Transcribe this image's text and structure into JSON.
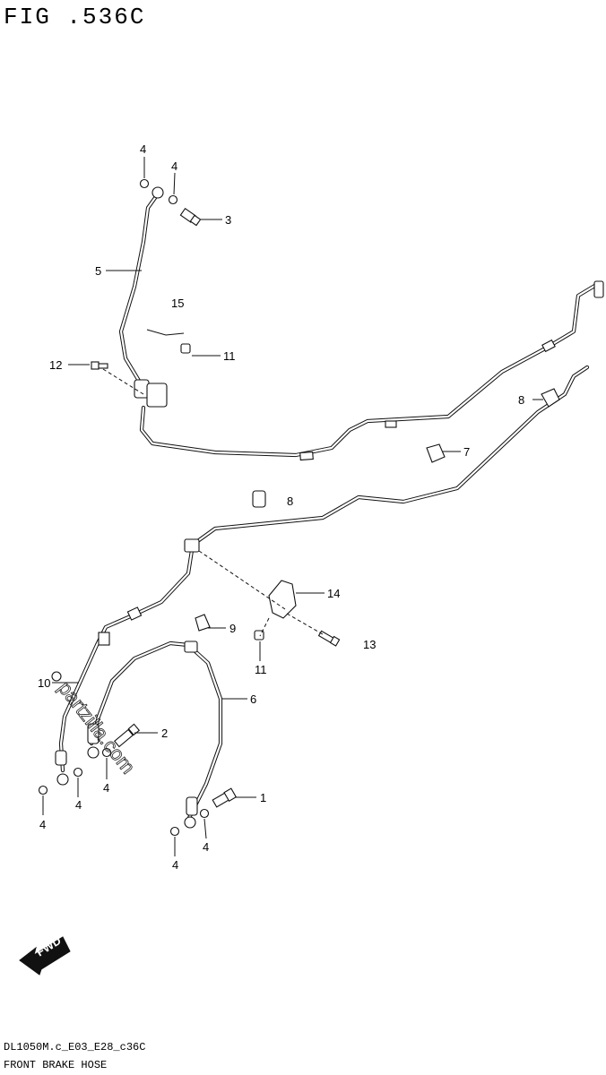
{
  "figure": {
    "title": "FIG .536C",
    "model_code": "DL1050M.c_E03_E28_c36C",
    "caption": "FRONT BRAKE HOSE"
  },
  "watermark": "partzilla.com",
  "fwd_label": "FWD",
  "callouts": [
    {
      "id": "c-4a",
      "text": "4"
    },
    {
      "id": "c-4b",
      "text": "4"
    },
    {
      "id": "c-3",
      "text": "3"
    },
    {
      "id": "c-5",
      "text": "5"
    },
    {
      "id": "c-15",
      "text": "15"
    },
    {
      "id": "c-12",
      "text": "12"
    },
    {
      "id": "c-11a",
      "text": "11"
    },
    {
      "id": "c-8a",
      "text": "8"
    },
    {
      "id": "c-7",
      "text": "7"
    },
    {
      "id": "c-8b",
      "text": "8"
    },
    {
      "id": "c-14",
      "text": "14"
    },
    {
      "id": "c-9",
      "text": "9"
    },
    {
      "id": "c-13",
      "text": "13"
    },
    {
      "id": "c-11b",
      "text": "11"
    },
    {
      "id": "c-10",
      "text": "10"
    },
    {
      "id": "c-6",
      "text": "6"
    },
    {
      "id": "c-2",
      "text": "2"
    },
    {
      "id": "c-1",
      "text": "1"
    },
    {
      "id": "c-4c",
      "text": "4"
    },
    {
      "id": "c-4d",
      "text": "4"
    },
    {
      "id": "c-4e",
      "text": "4"
    },
    {
      "id": "c-4f",
      "text": "4"
    },
    {
      "id": "c-4g",
      "text": "4"
    }
  ]
}
